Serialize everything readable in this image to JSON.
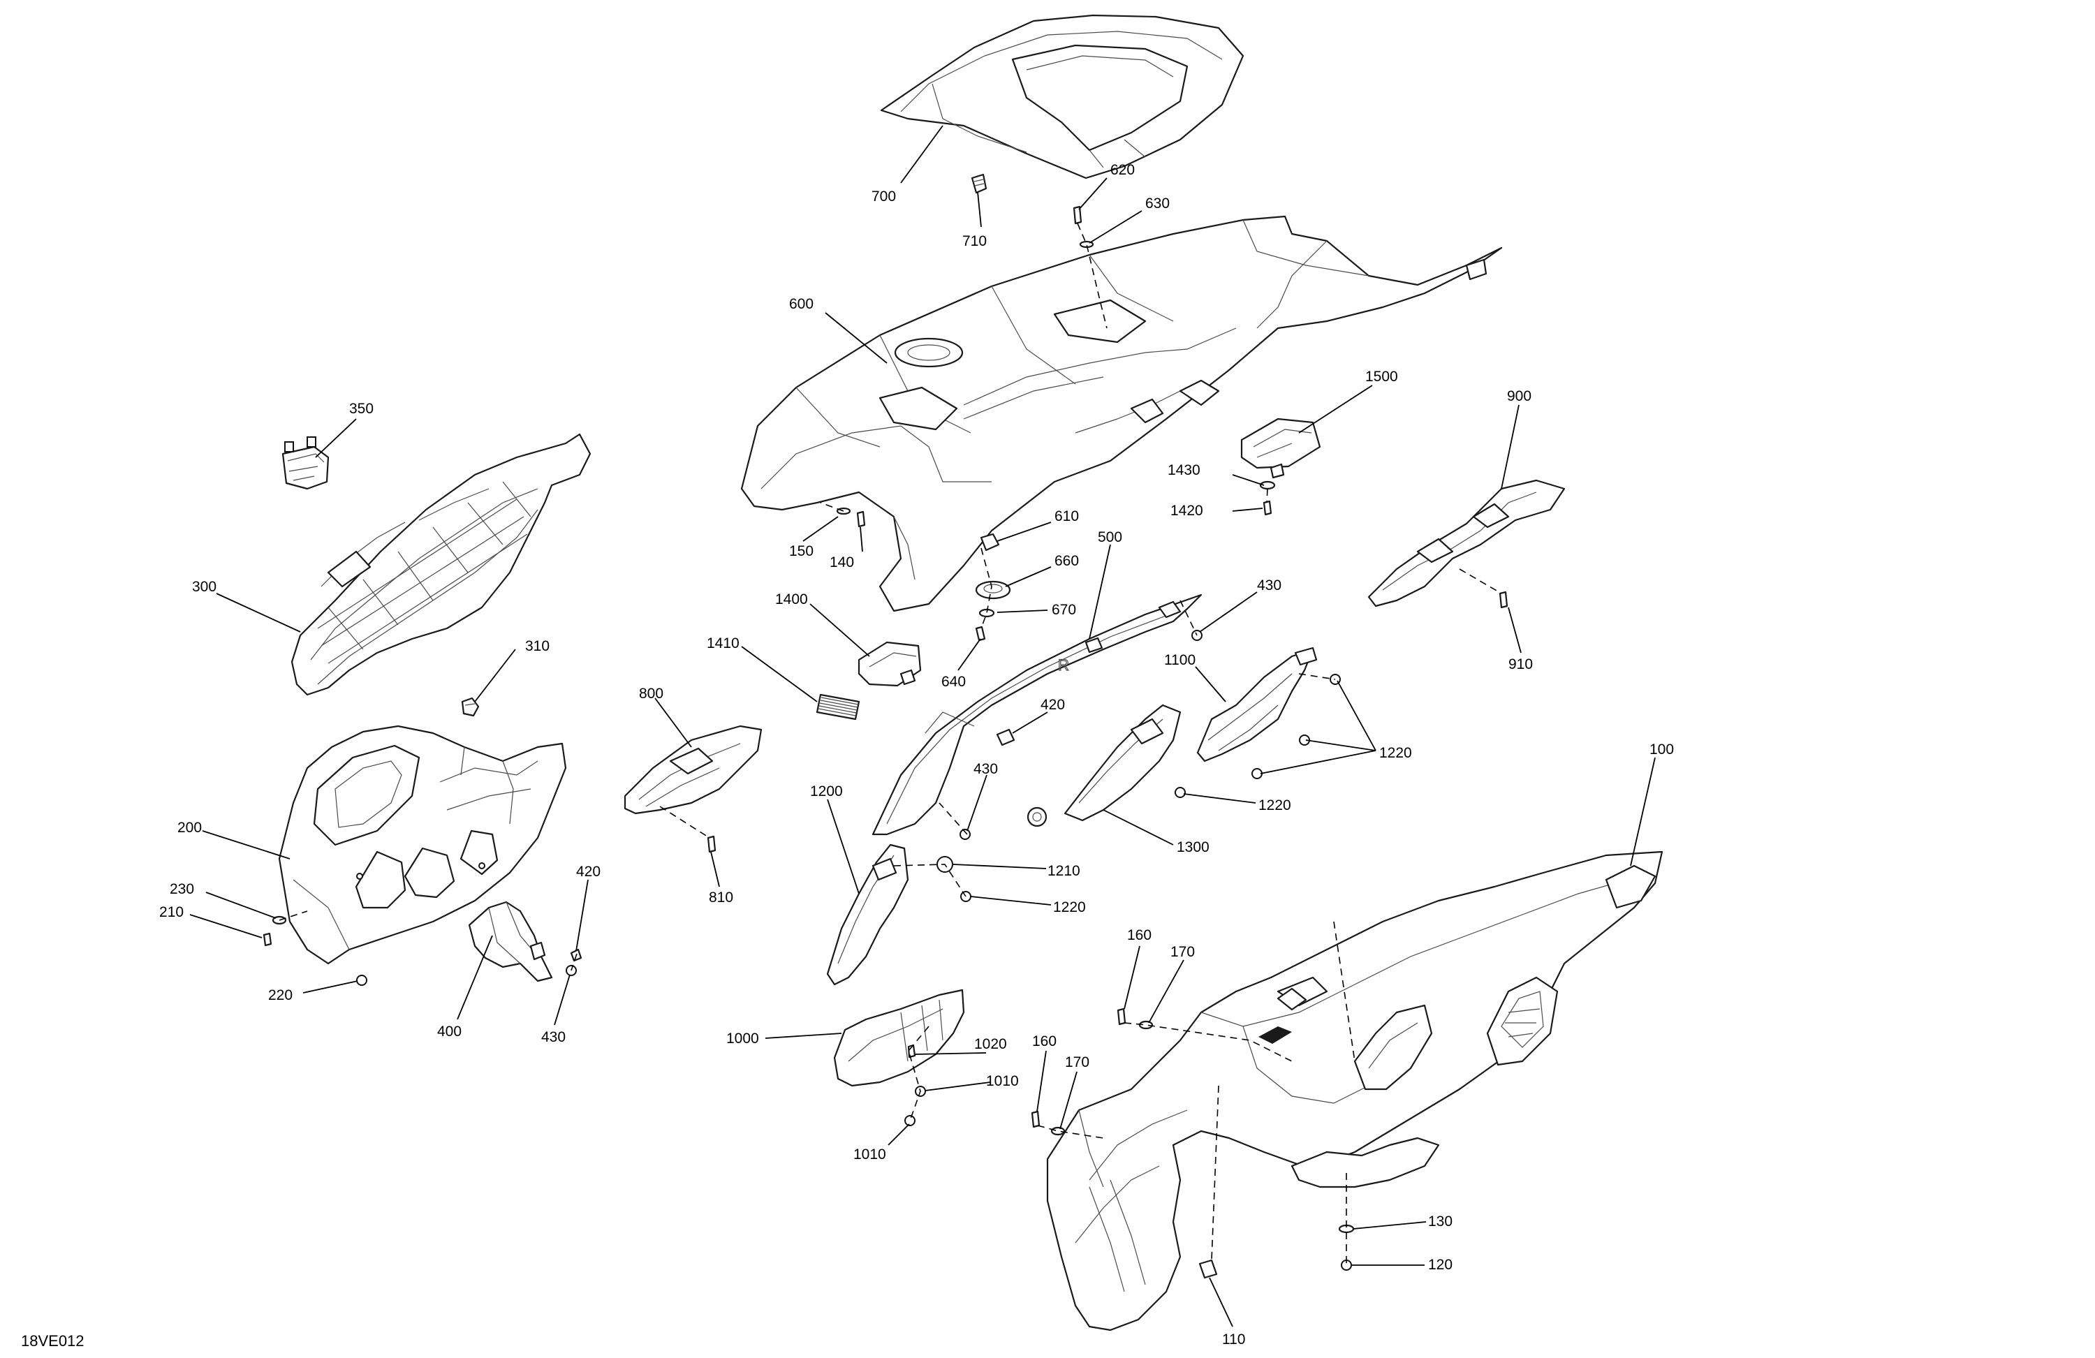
{
  "diagram": {
    "reference_code": "18VE012",
    "callouts": [
      {
        "id": "c700",
        "text": "700"
      },
      {
        "id": "c710",
        "text": "710"
      },
      {
        "id": "c620",
        "text": "620"
      },
      {
        "id": "c630",
        "text": "630"
      },
      {
        "id": "c600",
        "text": "600"
      },
      {
        "id": "c1500",
        "text": "1500"
      },
      {
        "id": "c1430",
        "text": "1430"
      },
      {
        "id": "c1420",
        "text": "1420"
      },
      {
        "id": "c900",
        "text": "900"
      },
      {
        "id": "c910",
        "text": "910"
      },
      {
        "id": "c350",
        "text": "350"
      },
      {
        "id": "c300",
        "text": "300"
      },
      {
        "id": "c310",
        "text": "310"
      },
      {
        "id": "c150",
        "text": "150"
      },
      {
        "id": "c140",
        "text": "140"
      },
      {
        "id": "c610",
        "text": "610"
      },
      {
        "id": "c660",
        "text": "660"
      },
      {
        "id": "c670",
        "text": "670"
      },
      {
        "id": "c640",
        "text": "640"
      },
      {
        "id": "c500",
        "text": "500"
      },
      {
        "id": "c430a",
        "text": "430"
      },
      {
        "id": "c1400",
        "text": "1400"
      },
      {
        "id": "c1410",
        "text": "1410"
      },
      {
        "id": "c800",
        "text": "800"
      },
      {
        "id": "c810",
        "text": "810"
      },
      {
        "id": "c420a",
        "text": "420"
      },
      {
        "id": "c430b",
        "text": "430"
      },
      {
        "id": "c1100",
        "text": "1100"
      },
      {
        "id": "c1220a",
        "text": "1220"
      },
      {
        "id": "c1220b",
        "text": "1220"
      },
      {
        "id": "c1300",
        "text": "1300"
      },
      {
        "id": "c1210",
        "text": "1210"
      },
      {
        "id": "c1220c",
        "text": "1220"
      },
      {
        "id": "c1200",
        "text": "1200"
      },
      {
        "id": "c100",
        "text": "100"
      },
      {
        "id": "c200",
        "text": "200"
      },
      {
        "id": "c230",
        "text": "230"
      },
      {
        "id": "c210",
        "text": "210"
      },
      {
        "id": "c220",
        "text": "220"
      },
      {
        "id": "c400",
        "text": "400"
      },
      {
        "id": "c420b",
        "text": "420"
      },
      {
        "id": "c430c",
        "text": "430"
      },
      {
        "id": "c160a",
        "text": "160"
      },
      {
        "id": "c170a",
        "text": "170"
      },
      {
        "id": "c160b",
        "text": "160"
      },
      {
        "id": "c170b",
        "text": "170"
      },
      {
        "id": "c1000",
        "text": "1000"
      },
      {
        "id": "c1020",
        "text": "1020"
      },
      {
        "id": "c1010a",
        "text": "1010"
      },
      {
        "id": "c1010b",
        "text": "1010"
      },
      {
        "id": "c130",
        "text": "130"
      },
      {
        "id": "c120",
        "text": "120"
      },
      {
        "id": "c110",
        "text": "110"
      }
    ]
  }
}
